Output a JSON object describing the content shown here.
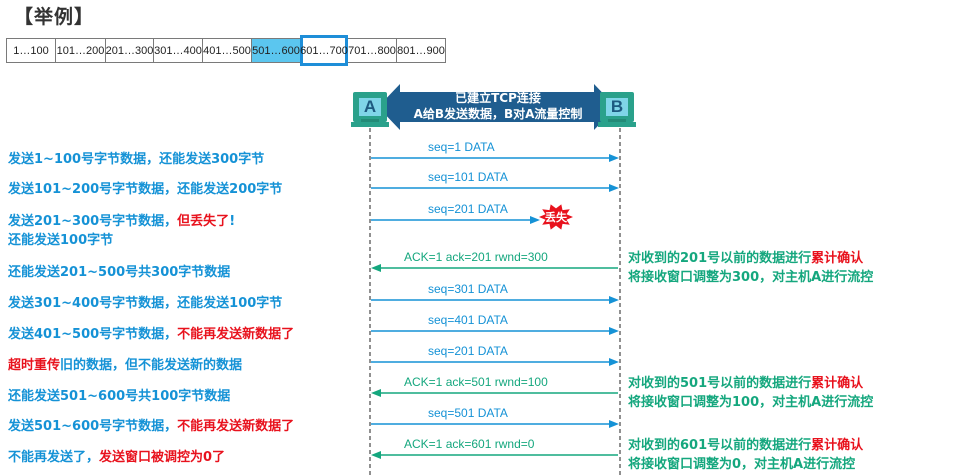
{
  "title": "【举例】",
  "byte_ranges": [
    "1…100",
    "101…200",
    "201…300",
    "301…400",
    "401…500",
    "501…600",
    "601…700",
    "701…800",
    "801…900"
  ],
  "highlighted_ranges": [
    5
  ],
  "window_outline_range": 6,
  "host_a": "A",
  "host_b": "B",
  "connection": {
    "line1": "已建立TCP连接",
    "line2": "A给B发送数据，B对A流量控制"
  },
  "colors": {
    "segment": "#1592d6",
    "ack": "#15a77e",
    "lost": "#e8121d",
    "connection": "#1f5d8f"
  },
  "left_notes": [
    {
      "parts": [
        {
          "t": "发送1~100号字节数据，还能发送300字节"
        }
      ]
    },
    {
      "parts": [
        {
          "t": "发送101~200号字节数据，还能发送200字节"
        }
      ]
    },
    {
      "parts": [
        {
          "t": "发送201~300号字节数据，"
        },
        {
          "t": "但丢失了",
          "red": true
        },
        {
          "t": "!"
        }
      ],
      "line2": "还能发送100字节"
    },
    {
      "parts": [
        {
          "t": "还能发送201~500号共300字节数据"
        }
      ]
    },
    {
      "parts": [
        {
          "t": "发送301~400号字节数据，还能发送100字节"
        }
      ]
    },
    {
      "parts": [
        {
          "t": "发送401~500号字节数据，"
        },
        {
          "t": "不能再发送新数据了",
          "red": true
        }
      ]
    },
    {
      "parts": [
        {
          "t": "超时重传",
          "red": true
        },
        {
          "t": "旧的数据，但不能发送新的数据"
        }
      ]
    },
    {
      "parts": [
        {
          "t": "还能发送501~600号共100字节数据"
        }
      ]
    },
    {
      "parts": [
        {
          "t": "发送501~600号字节数据，"
        },
        {
          "t": "不能再发送新数据了",
          "red": true
        }
      ]
    },
    {
      "parts": [
        {
          "t": "不能再发送了，"
        },
        {
          "t": "发送窗口被调控为0了",
          "red": true
        }
      ]
    }
  ],
  "messages": [
    {
      "type": "seg",
      "label": "seq=1   DATA"
    },
    {
      "type": "seg",
      "label": "seq=101   DATA"
    },
    {
      "type": "lost",
      "label": "seq=201   DATA",
      "lost_label": "丢失"
    },
    {
      "type": "ack",
      "label": "ACK=1   ack=201   rwnd=300"
    },
    {
      "type": "seg",
      "label": "seq=301   DATA"
    },
    {
      "type": "seg",
      "label": "seq=401   DATA"
    },
    {
      "type": "seg",
      "label": "seq=201   DATA"
    },
    {
      "type": "ack",
      "label": "ACK=1   ack=501   rwnd=100"
    },
    {
      "type": "seg",
      "label": "seq=501   DATA"
    },
    {
      "type": "ack",
      "label": "ACK=1   ack=601   rwnd=0"
    }
  ],
  "right_notes": [
    {
      "l1a": "对收到的201号以前的数据进行",
      "l1b": "累计确认",
      "l2": "将接收窗口调整为300，对主机A进行流控"
    },
    {
      "l1a": "对收到的501号以前的数据进行",
      "l1b": "累计确认",
      "l2": "将接收窗口调整为100，对主机A进行流控"
    },
    {
      "l1a": "对收到的601号以前的数据进行",
      "l1b": "累计确认",
      "l2": "将接收窗口调整为0，对主机A进行流控"
    }
  ]
}
